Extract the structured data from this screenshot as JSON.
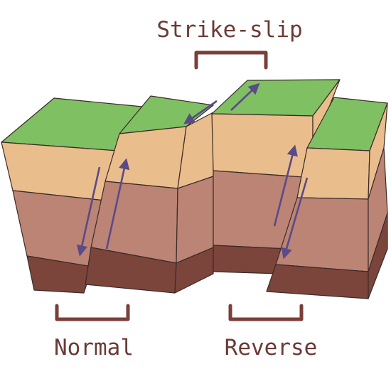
{
  "labels": {
    "strike_slip": "Strike-slip",
    "normal": "Normal",
    "reverse": "Reverse"
  },
  "colors": {
    "grass": "#7ec062",
    "sand": "#eabd8c",
    "clay": "#bb8474",
    "rock": "#7b453b",
    "label": "#6b3a35",
    "arrow": "#5b4a88"
  }
}
